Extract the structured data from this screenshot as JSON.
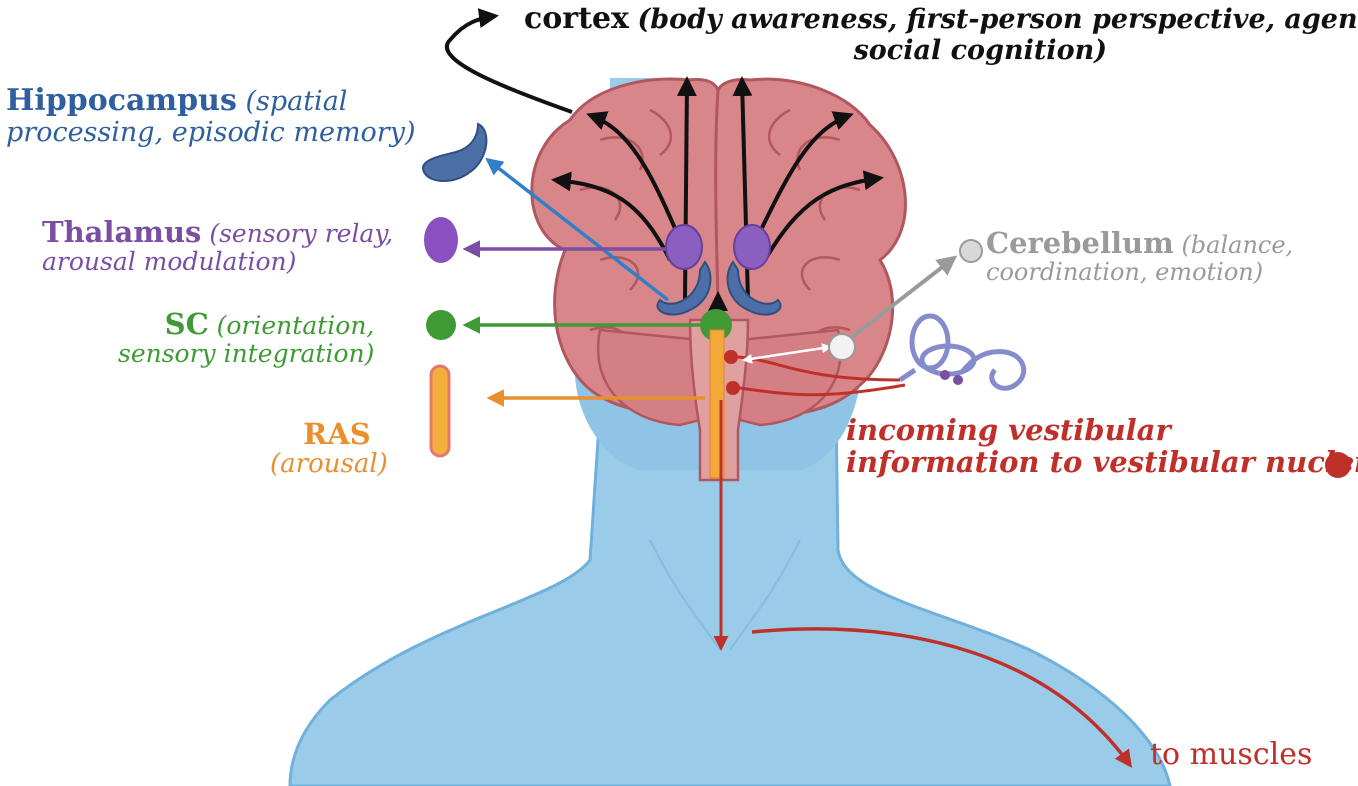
{
  "cortex": {
    "name": "cortex",
    "desc_line1": "(body awareness, first-person perspective, agency,",
    "desc_line2": "social cognition)",
    "color": "#111111"
  },
  "hippocampus": {
    "name": "Hippocampus",
    "desc_line1": "(spatial",
    "desc_line2": "processing, episodic memory)",
    "color": "#2f5f9e"
  },
  "thalamus": {
    "name": "Thalamus",
    "desc_line1": "(sensory relay,",
    "desc_line2": "arousal modulation)",
    "color": "#7b4ea3"
  },
  "sc": {
    "name": "SC",
    "desc_line1": "(orientation,",
    "desc_line2": "sensory integration)",
    "color": "#3f9a35"
  },
  "ras": {
    "name": "RAS",
    "desc": "(arousal)",
    "color": "#e8902e"
  },
  "cerebellum": {
    "name": "Cerebellum",
    "desc_line1": "(balance,",
    "desc_line2": "coordination, emotion)",
    "color": "#9a9a9a"
  },
  "vestibular": {
    "line1": "incoming vestibular",
    "line2": "information to vestibular nuclei",
    "color": "#c0302a"
  },
  "muscles": {
    "label": "to muscles",
    "color": "#c0302a"
  },
  "colors": {
    "skin": "#9acbe8",
    "skin_edge": "#6fb0dc",
    "brain": "#d9868a",
    "brain_edge": "#b0575f",
    "brainstem": "#e0a0a0"
  },
  "icons": [
    "hippocampus-shape-icon",
    "thalamus-oval-icon",
    "sc-dot-icon",
    "ras-bar-icon",
    "cerebellum-dot-icon",
    "inner-ear-icon",
    "vestibular-dot-icon"
  ]
}
